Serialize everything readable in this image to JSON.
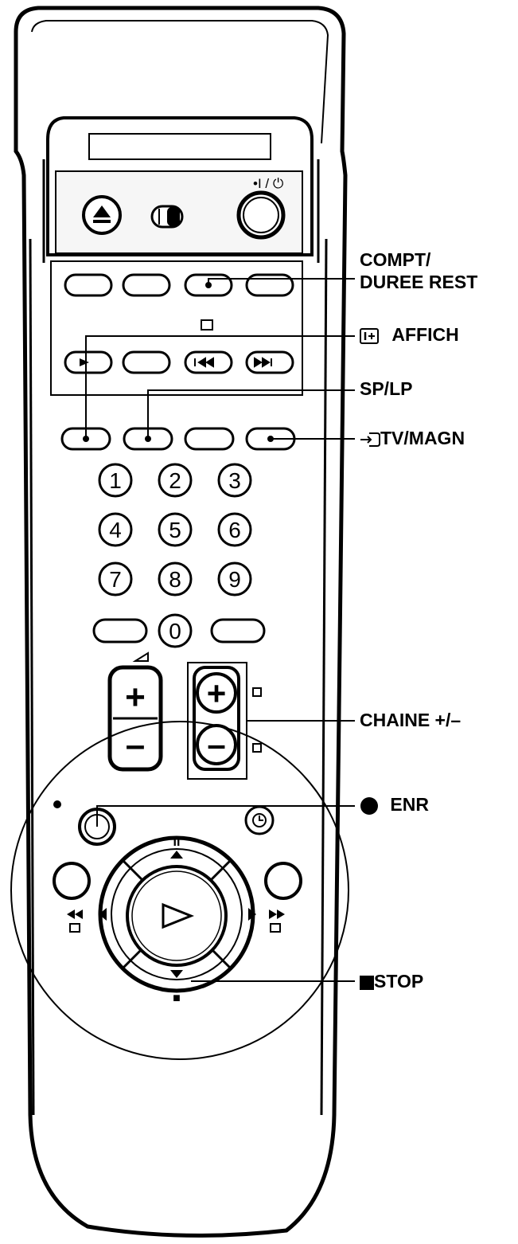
{
  "callouts": {
    "counter_line1": "COMPT/",
    "counter_line2": "DUREE REST",
    "display": "AFFICH",
    "display_icon": "info-plus-icon",
    "sp_lp": "SP/LP",
    "tv_video": "TV/MAGN",
    "tv_video_icon": "input-arrow-icon",
    "channel": "CHAINE +/–",
    "record": "ENR",
    "record_icon": "record-dot-icon",
    "stop": "STOP",
    "stop_icon": "stop-square-icon"
  },
  "remote": {
    "top_power_label": "•I / ⏻",
    "number_keys": [
      "1",
      "2",
      "3",
      "4",
      "5",
      "6",
      "7",
      "8",
      "9",
      "0"
    ],
    "plus_sign": "+",
    "minus_sign": "–",
    "pause_symbol": "II",
    "stop_symbol": "■"
  },
  "colors": {
    "ink": "#000000",
    "body": "#ffffff",
    "panel": "#ffffff"
  }
}
